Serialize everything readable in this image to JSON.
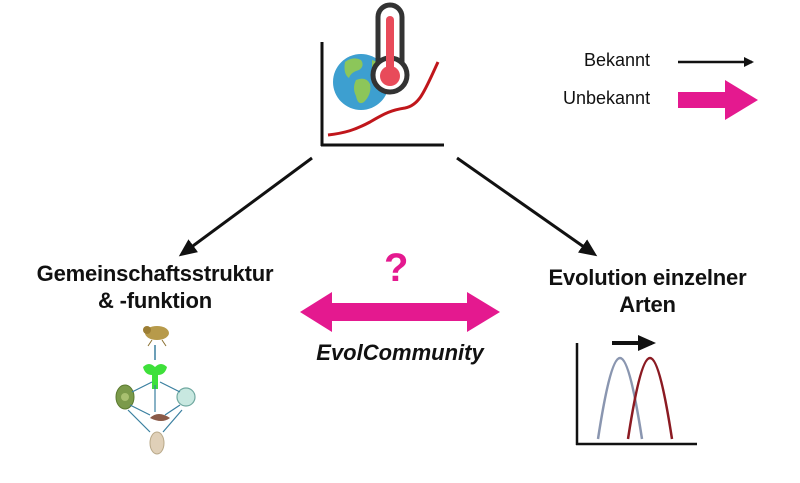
{
  "legend": {
    "known_label": "Bekannt",
    "unknown_label": "Unbekannt",
    "known_color": "#111111",
    "unknown_color": "#e4198f"
  },
  "top_node": {
    "icon": "climate-warming-chart-icon",
    "description": "globe with thermometer over rising red temperature curve"
  },
  "left_node": {
    "line1": "Gemeinschaftsstruktur",
    "line2": "& -funktion",
    "icon": "food-web-icon"
  },
  "right_node": {
    "line1": "Evolution einzelner",
    "line2": "Arten",
    "icon": "trait-shift-curves-icon"
  },
  "center": {
    "question_mark": "?",
    "project_name": "EvolCommunity",
    "arrow_color": "#e4198f"
  },
  "colors": {
    "curve_red": "#c0161b",
    "curve_blue": "#8a96b0",
    "curve_darkred": "#8b1a22",
    "globe_ocean": "#3d9fd0",
    "globe_land": "#8cc65a",
    "thermo_red": "#e84b5a",
    "plant_green": "#3ee03a"
  }
}
